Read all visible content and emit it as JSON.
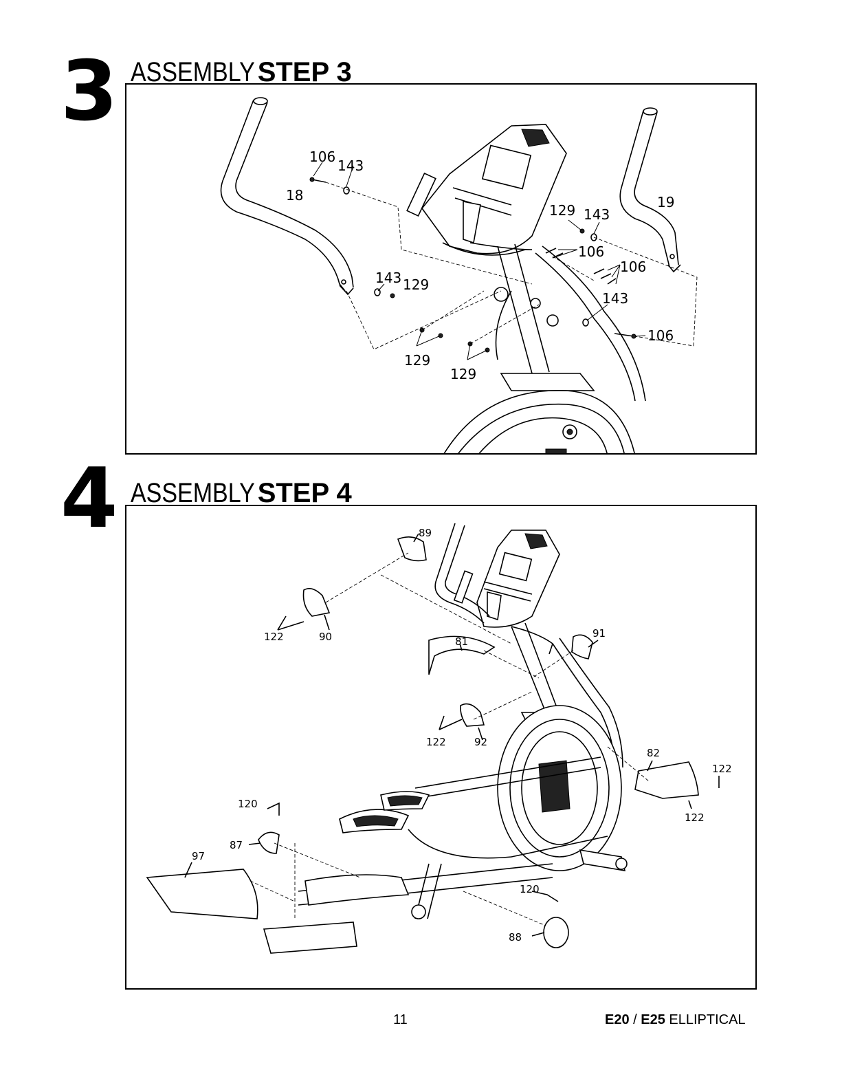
{
  "step3": {
    "number": "3",
    "title_light": "ASSEMBLY",
    "title_bold": "STEP 3",
    "callouts": {
      "c106_top": "106",
      "c143_top": "143",
      "c18": "18",
      "c129_right": "129",
      "c143_right": "143",
      "c19": "19",
      "c106_mid1": "106",
      "c106_mid2": "106",
      "c143_left": "143",
      "c129_left": "129",
      "c143_lower": "143",
      "c106_lower": "106",
      "c129_bottom1": "129",
      "c129_bottom2": "129"
    }
  },
  "step4": {
    "number": "4",
    "title_light": "ASSEMBLY",
    "title_bold": "STEP 4",
    "callouts": {
      "c89": "89",
      "c122_a": "122",
      "c90": "90",
      "c81": "81",
      "c91": "91",
      "c122_b": "122",
      "c92": "92",
      "c82": "82",
      "c122_c": "122",
      "c122_d": "122",
      "c120_a": "120",
      "c87": "87",
      "c97": "97",
      "c120_b": "120",
      "c88": "88"
    }
  },
  "footer": {
    "page_number": "11",
    "model_a": "E20",
    "separator": " / ",
    "model_b": "E25",
    "product": " ELLIPTICAL"
  }
}
